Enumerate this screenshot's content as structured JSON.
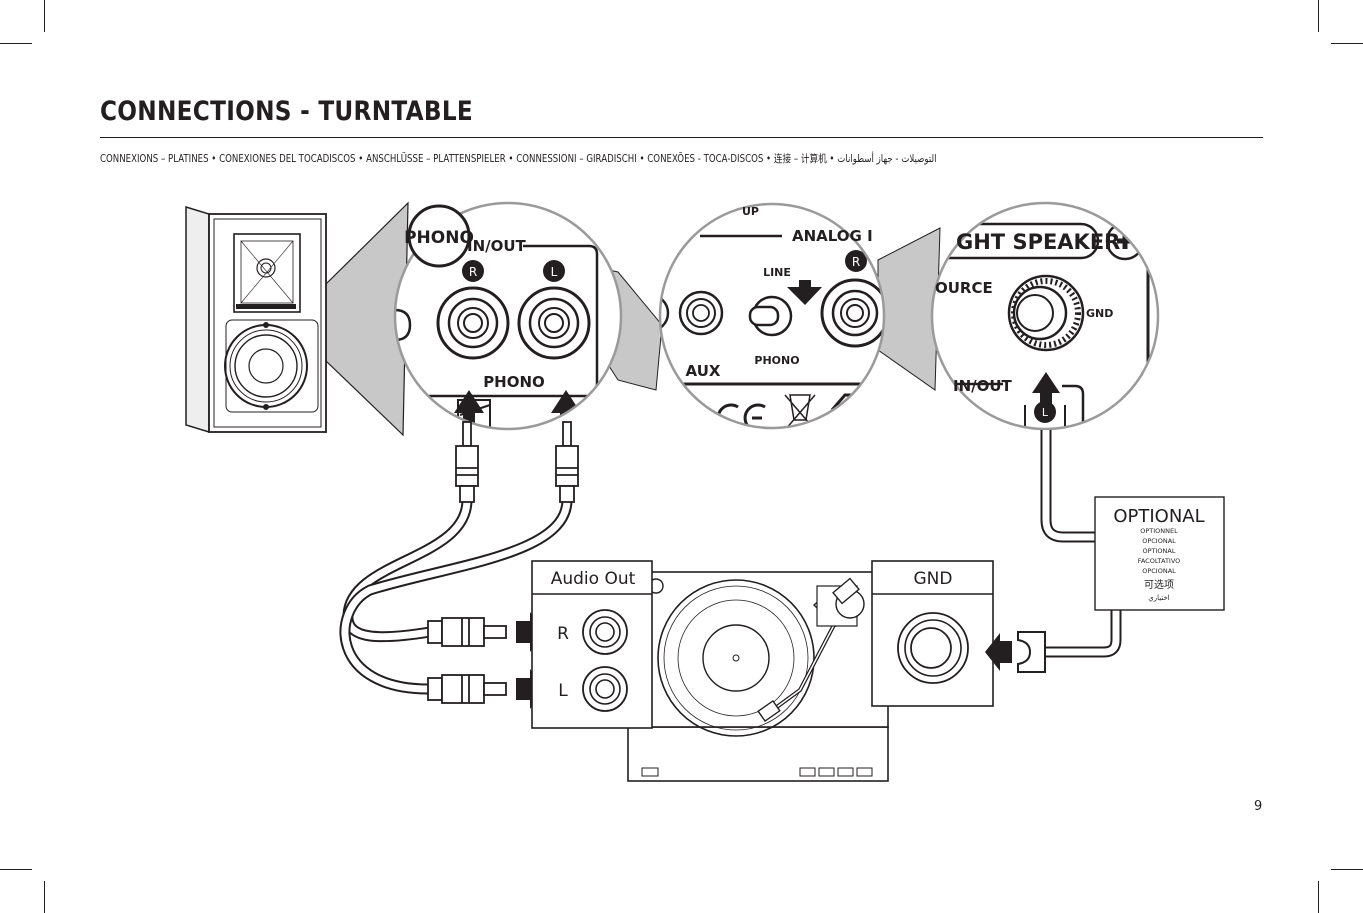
{
  "page": {
    "title": "CONNECTIONS - TURNTABLE",
    "subtitle": "CONNEXIONS – PLATINES  • CONEXIONES DEL TOCADISCOS   •  ANSCHLÜSSE – PLATTENSPIELER  • CONNESSIONI – GIRADISCHI  •  CONEXÕES - TOCA-DISCOS  • 连接 – 计算机  •   التوصيلات - جهاز أسطوانات",
    "page_number": "9"
  },
  "callout_phono": {
    "badge": "PHONO",
    "in_out": "IN/OUT",
    "right": "R",
    "left": "L",
    "group_label": "PHONO"
  },
  "callout_selector": {
    "up": "UP",
    "analog": "ANALOG I",
    "right": "R",
    "line": "LINE",
    "phono": "PHONO",
    "aux": "AUX"
  },
  "callout_ground": {
    "speaker": "GHT SPEAKER",
    "source": "OURCE",
    "gnd": "GND",
    "in_out": "IN/OUT",
    "left": "L"
  },
  "turntable": {
    "audio_out": "Audio Out",
    "right": "R",
    "left": "L",
    "gnd": "GND"
  },
  "optional_box": {
    "title": "OPTIONAL",
    "lines": [
      "OPTIONNEL",
      "OPCIONAL",
      "OPTIONAL",
      "FACOLTATIVO",
      "OPCIONAL",
      "可选项",
      "اختياري"
    ]
  }
}
